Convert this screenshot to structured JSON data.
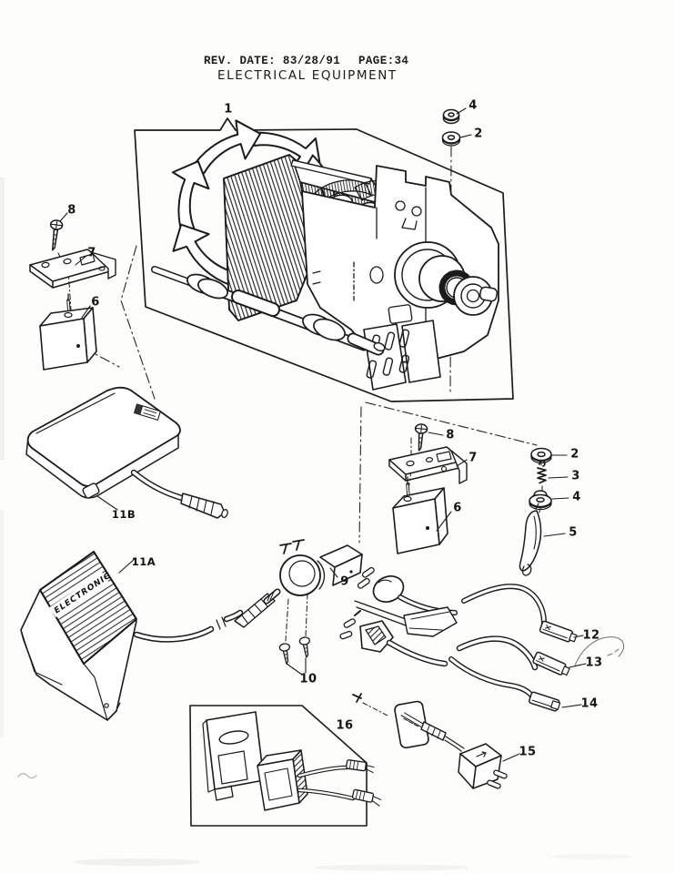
{
  "header": {
    "rev_date": "REV. DATE: 83/28/91",
    "page": "PAGE:34",
    "title": "ELECTRICAL EQUIPMENT"
  },
  "diagram": {
    "pedal_electronic_label": "ELECTRONIC",
    "callouts": [
      {
        "ref": "1",
        "part": "motor-assembly"
      },
      {
        "ref": "4",
        "part": "nut-upper"
      },
      {
        "ref": "2",
        "part": "washer-upper"
      },
      {
        "ref": "8",
        "part": "screw-left"
      },
      {
        "ref": "7",
        "part": "bracket-left"
      },
      {
        "ref": "6",
        "part": "capacitor-left"
      },
      {
        "ref": "11B",
        "part": "foot-controller-standard"
      },
      {
        "ref": "11A",
        "part": "foot-controller-electronic"
      },
      {
        "ref": "8",
        "part": "screw-middle"
      },
      {
        "ref": "7",
        "part": "bracket-middle"
      },
      {
        "ref": "6",
        "part": "capacitor-middle"
      },
      {
        "ref": "2",
        "part": "washer-right"
      },
      {
        "ref": "3",
        "part": "spring-right"
      },
      {
        "ref": "4",
        "part": "nut-right"
      },
      {
        "ref": "5",
        "part": "belt-strip"
      },
      {
        "ref": "9",
        "part": "lamp-socket"
      },
      {
        "ref": "10",
        "part": "socket-screws"
      },
      {
        "ref": "12",
        "part": "cord-upper"
      },
      {
        "ref": "13",
        "part": "cord-middle"
      },
      {
        "ref": "14",
        "part": "cord-lower"
      },
      {
        "ref": "16",
        "part": "terminal-block-box"
      },
      {
        "ref": "15",
        "part": "plug-adapter"
      }
    ]
  }
}
